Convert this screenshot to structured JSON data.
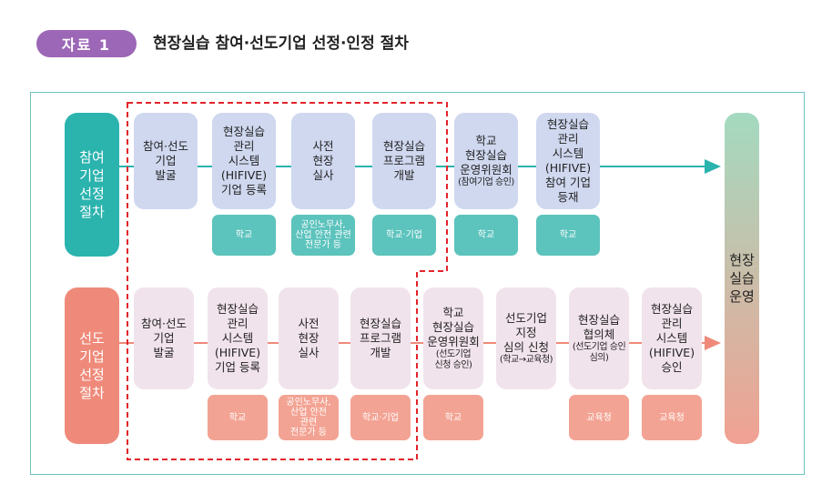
{
  "header": {
    "badge": "자료 1",
    "title": "현장실습 참여·선도기업 선정·인정 절차"
  },
  "rows": {
    "participation": {
      "label": "참여\n기업\n선정\n절차",
      "color": "#2bb3ae",
      "steps": [
        {
          "text": "참여·선도\n기업\n발굴",
          "tag": ""
        },
        {
          "text": "현장실습\n관리\n시스템\n(HIFIVE)\n기업 등록",
          "tag": "학교"
        },
        {
          "text": "사전\n현장\n실사",
          "tag": "공인노무사,\n산업 안전 관련\n전문가 등"
        },
        {
          "text": "현장실습\n프로그램\n개발",
          "tag": "학교·기업"
        },
        {
          "text": "학교\n현장실습\n운영위원회",
          "sub": "(참여기업 승인)",
          "tag": "학교"
        },
        {
          "text": "현장실습\n관리\n시스템\n(HIFIVE)\n참여 기업\n등재",
          "tag": "학교"
        }
      ]
    },
    "leading": {
      "label": "선도\n기업\n선정\n절차",
      "color": "#ef8a7a",
      "steps": [
        {
          "text": "참여·선도\n기업\n발굴",
          "tag": ""
        },
        {
          "text": "현장실습\n관리\n시스템\n(HIFIVE)\n기업 등록",
          "tag": "학교"
        },
        {
          "text": "사전\n현장\n실사",
          "tag": "공인노무사,\n산업 안전\n관련\n전문가 등"
        },
        {
          "text": "현장실습\n프로그램\n개발",
          "tag": "학교·기업"
        },
        {
          "text": "학교\n현장실습\n운영위원회",
          "sub": "(선도기업\n신청 승인)",
          "tag": "학교"
        },
        {
          "text": "선도기업\n지정\n심의 신청",
          "sub": "(학교→교육청)",
          "tag": ""
        },
        {
          "text": "현장실습\n협의체",
          "sub": "(선도기업 승인\n심의)",
          "tag": "교육청"
        },
        {
          "text": "현장실습\n관리\n시스템\n(HIFIVE)\n승인",
          "tag": "교육청"
        }
      ]
    }
  },
  "operation": {
    "label": "현장\n실습\n운영"
  },
  "colors": {
    "teal": "#2bb3ae",
    "salmon": "#ef8a7a",
    "dash": "#e2232b",
    "purple": "#9b67b6"
  }
}
